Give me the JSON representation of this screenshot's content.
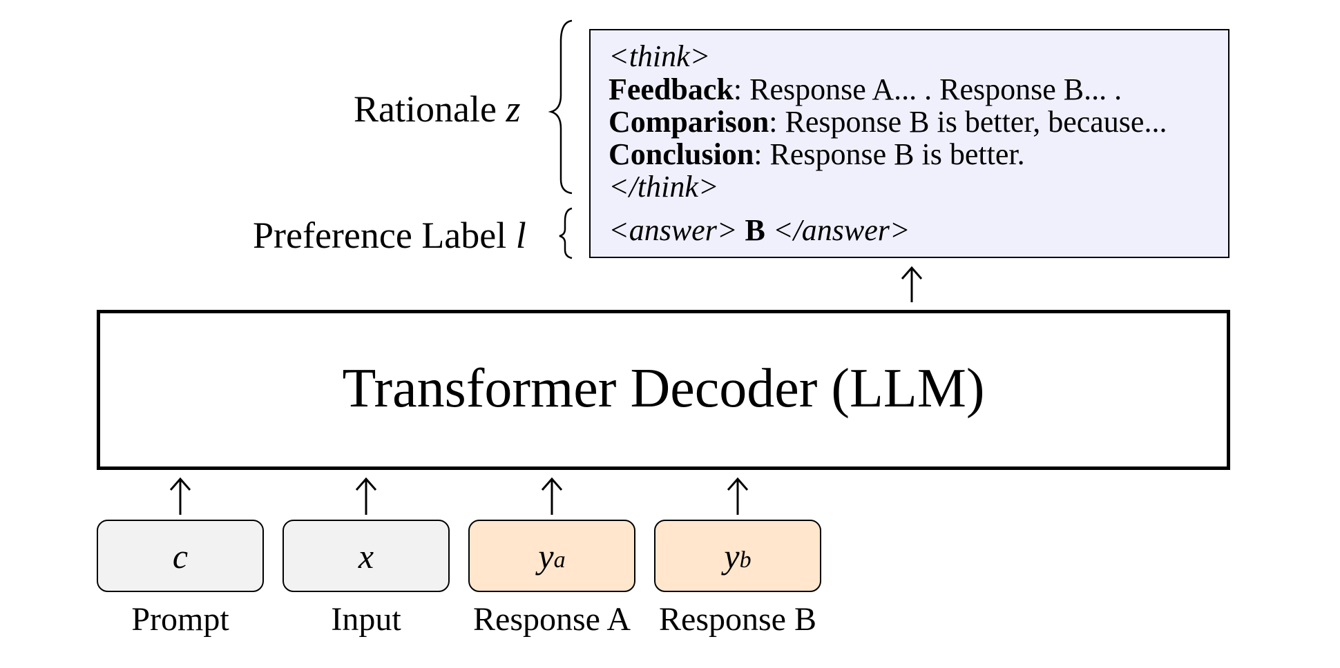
{
  "output": {
    "think_open": "<think>",
    "feedback_label": "Feedback",
    "feedback_text": ": Response A... . Response B... .",
    "comparison_label": "Comparison",
    "comparison_text": ": Response B is better, because...",
    "conclusion_label": "Conclusion",
    "conclusion_text": ": Response B is better.",
    "think_close": "</think>",
    "answer_open": "<answer>",
    "answer_value": "B",
    "answer_close": "</answer>"
  },
  "labels": {
    "rationale_text": "Rationale",
    "rationale_var": "z",
    "preference_text": "Preference Label",
    "preference_var": "l"
  },
  "decoder": {
    "title": "Transformer Decoder (LLM)"
  },
  "tokens": [
    {
      "symbol": "c",
      "sub": "",
      "label": "Prompt",
      "color": "#f2f2f2"
    },
    {
      "symbol": "x",
      "sub": "",
      "label": "Input",
      "color": "#f2f2f2"
    },
    {
      "symbol": "y",
      "sub": "a",
      "label": "Response A",
      "color": "#ffe6cc"
    },
    {
      "symbol": "y",
      "sub": "b",
      "label": "Response B",
      "color": "#ffe6cc"
    }
  ],
  "colors": {
    "output_bg": "#f0f0fd",
    "token_gray": "#f2f2f2",
    "token_orange": "#ffe6cc"
  }
}
